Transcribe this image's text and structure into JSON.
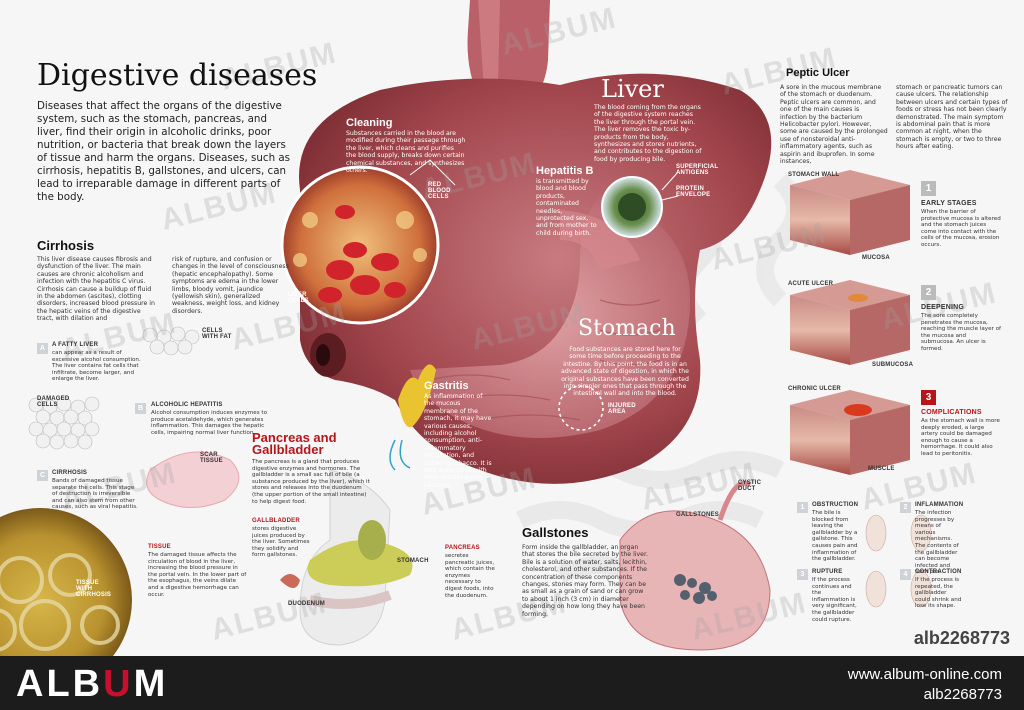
{
  "title": "Digestive diseases",
  "intro": "Diseases that affect the organs of the digestive system, such as the stomach, pancreas, and liver, find their origin in alcoholic drinks, poor nutrition, or bacteria that break down the layers of tissue and harm the organs. Diseases, such as cirrhosis, hepatitis B, gallstones, and ulcers, can lead to irreparable damage in different parts of the body.",
  "cirrhosis": {
    "heading": "Cirrhosis",
    "col1": "This liver disease causes fibrosis and dysfunction of the liver. The main causes are chronic alcoholism and infection with the hepatitis C virus. Cirrhosis can cause a buildup of fluid in the abdomen (ascites), clotting disorders, increased blood pressure in the hepatic veins of the digestive tract, with dilation and",
    "col2": "risk of rupture, and confusion or changes in the level of consciousness (hepatic encephalopathy). Some symptoms are edema in the lower limbs, bloody vomit, jaundice (yellowish skin), generalized weakness, weight loss, and kidney disorders.",
    "steps": [
      {
        "badge": "A",
        "title": "A FATTY LIVER",
        "text": "can appear as a result of excessive alcohol consumption. The liver contains fat cells that infiltrate, become larger, and enlarge the liver."
      },
      {
        "badge": "B",
        "title": "ALCOHOLIC HEPATITIS",
        "text": "Alcohol consumption induces enzymes to produce acetaldehyde, which generates inflammation. This damages the hepatic cells, impairing normal liver function."
      },
      {
        "badge": "C",
        "title": "CIRRHOSIS",
        "text": "Bands of damaged tissue separate the cells. This stage of destruction is irreversible and can also stem from other causes, such as viral hepatitis."
      }
    ],
    "label_cells_fat": "CELLS WITH FAT",
    "label_damaged": "DAMAGED CELLS",
    "label_scar": "SCAR TISSUE",
    "tissue_title": "TISSUE",
    "tissue_text": "The damaged tissue affects the circulation of blood in the liver, increasing the blood pressure in the portal vein. In the lower part of the esophagus, the veins dilate and a digestive hemorrhage can occur.",
    "label_tissue_cirrhosis": "TISSUE WITH CIRRHOSIS"
  },
  "liver": {
    "title": "Liver",
    "text": "The blood coming from the organs of the digestive system reaches the liver through the portal vein. The liver removes the toxic by-products from the body, synthesizes and stores nutrients, and contributes to the digestion of food by producing bile."
  },
  "cleaning": {
    "heading": "Cleaning",
    "text": "Substances carried in the blood are modified during their passage through the liver, which cleans and purifies the blood supply, breaks down certain chemical substances, and synthesizes others.",
    "label_rbc": "RED BLOOD CELLS",
    "label_liver_cells": "LIVER CELLS"
  },
  "hepatitis": {
    "heading": "Hepatitis B",
    "text": "is transmitted by blood and blood products, contaminated needles, unprotected sex, and from mother to child during birth.",
    "label_antigens": "SUPERFICIAL ANTIGENS",
    "label_envelope": "PROTEIN ENVELOPE"
  },
  "stomach": {
    "title": "Stomach",
    "text": "Food substances are stored here for some time before proceeding to the intestine. By this point, the food is in an advanced state of digestion, in which the original substances have been converted into simpler ones that pass through the intestinal wall and into the blood.",
    "label_injured": "INJURED AREA"
  },
  "gastritis": {
    "heading": "Gastritis",
    "text": "As inflammation of the mucous membrane of the stomach, it may have various causes, including alcohol consumption, anti-inflammatory medication, and smoking tobacco. It is also associated with Helicobacter pylori bacteria."
  },
  "pancreas": {
    "heading": "Pancreas and Gallbladder",
    "text": "The pancreas is a gland that produces digestive enzymes and hormones. The gallbladder is a small sac full of bile (a substance produced by the liver), which it stores and releases into the duodenum (the upper portion of the small intestine) to help digest food.",
    "gallbladder_title": "GALLBLADDER",
    "gallbladder_text": "stores digestive juices produced by the liver. Sometimes they solidify and form gallstones.",
    "pancreas_title": "PANCREAS",
    "pancreas_text": "secretes pancreatic juices, which contain the enzymes necessary to digest foods, into the duodenum.",
    "label_stomach": "STOMACH",
    "label_duodenum": "DUODENUM"
  },
  "gallstones": {
    "heading": "Gallstones",
    "text": "Form inside the gallbladder, an organ that stores the bile secreted by the liver. Bile is a solution of water, salts, lecithin, cholesterol, and other substances. If the concentration of these components changes, stones may form. They can be as small as a grain of sand or can grow to about 1 inch (3 cm) in diameter depending on how long they have been forming.",
    "label_gallstones": "GALLSTONES",
    "label_cystic": "CYSTIC DUCT",
    "steps": [
      {
        "badge": "1",
        "title": "OBSTRUCTION",
        "text": "The bile is blocked from leaving the gallbladder by a gallstone. This causes pain and inflammation of the gallbladder."
      },
      {
        "badge": "2",
        "title": "INFLAMMATION",
        "text": "The infection progresses by means of various mechanisms. The contents of the gallbladder can become infected and form pus."
      },
      {
        "badge": "3",
        "title": "RUPTURE",
        "text": "If the process continues and the inflammation is very significant, the gallbladder could rupture."
      },
      {
        "badge": "4",
        "title": "CONTRACTION",
        "text": "If the process is repeated, the gallbladder could shrink and lose its shape."
      }
    ]
  },
  "ulcer": {
    "heading": "Peptic Ulcer",
    "col1": "A sore in the mucous membrane of the stomach or duodenum. Peptic ulcers are common, and one of the main causes is infection by the bacterium Helicobacter pylori. However, some are caused by the prolonged use of nonsteroidal anti-inflammatory agents, such as aspirin and ibuprofen. In some instances,",
    "col2": "stomach or pancreatic tumors can cause ulcers. The relationship between ulcers and certain types of foods or stress has not been clearly demonstrated. The main symptom is abdominal pain that is more common at night, when the stomach is empty, or two to three hours after eating.",
    "label_wall": "STOMACH WALL",
    "label_acute": "ACUTE ULCER",
    "label_chronic": "CHRONIC ULCER",
    "label_mucosa": "MUCOSA",
    "label_submucosa": "SUBMUCOSA",
    "label_muscle": "MUSCLE",
    "stages": [
      {
        "badge": "1",
        "title": "EARLY STAGES",
        "text": "When the barrier of protective mucosa is altered and the stomach juices come into contact with the cells of the mucosa, erosion occurs."
      },
      {
        "badge": "2",
        "title": "DEEPENING",
        "text": "The sore completely penetrates the mucosa, reaching the muscle layer of the mucosa and submucosa. An ulcer is formed."
      },
      {
        "badge": "3",
        "title": "COMPLICATIONS",
        "text": "As the stomach wall is more deeply eroded, a large artery could be damaged enough to cause a hemorrhage. It could also lead to peritonitis."
      }
    ]
  },
  "watermark": "ALBUM",
  "ref_id": "alb2268773",
  "footer": {
    "logo_a": "ALB",
    "logo_u": "U",
    "logo_m": "M",
    "url": "www.album-online.com",
    "id": "alb2268773"
  },
  "colors": {
    "tissue": "#c9848a",
    "liver": "#a8454b",
    "accent_red": "#b8141a",
    "footer_bg": "#1c1c1c"
  }
}
